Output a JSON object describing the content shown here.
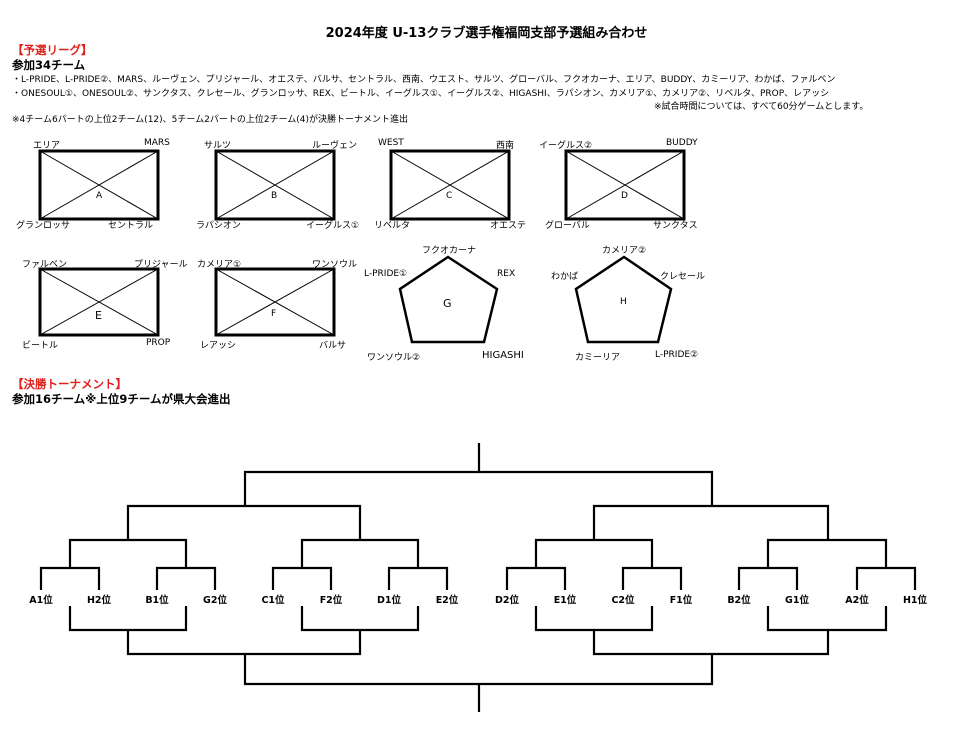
{
  "title": "2024年度 U-13クラブ選手権福岡支部予選組み合わせ",
  "prelim": {
    "heading": "【予選リーグ】",
    "count": "参加34チーム",
    "teams_line1": "・L-PRIDE、L-PRIDE②、MARS、ルーヴェン、プリジャール、オエステ、バルサ、セントラル、西南、ウエスト、サルツ、グローバル、フクオカーナ、エリア、BUDDY、カミーリア、わかば、ファルベン",
    "teams_line2": "・ONESOUL①、ONESOUL②、サンクタス、クレセール、グランロッサ、REX、ビートル、イーグルス①、イーグルス②、HIGASHI、ラパシオン、カメリア①、カメリア②、リベルタ、PROP、レアッシ",
    "time_note": "※試合時間については、すべて60分ゲームとします。",
    "advance_note": "※4チーム6パートの上位2チーム(12)、5チーム2パートの上位2チーム(4)が決勝トーナメント進出"
  },
  "groups": [
    {
      "letter": "A",
      "tl": "エリア",
      "tr": "MARS",
      "bl": "グランロッサ",
      "br": "セントラル"
    },
    {
      "letter": "B",
      "tl": "サルツ",
      "tr": "ルーヴェン",
      "bl": "ラパシオン",
      "br": "イーグルス①"
    },
    {
      "letter": "C",
      "tl": "WEST",
      "tr": "西南",
      "bl": "リベルタ",
      "br": "オエステ"
    },
    {
      "letter": "D",
      "tl": "イーグルス②",
      "tr": "BUDDY",
      "bl": "グローバル",
      "br": "サンクタス"
    },
    {
      "letter": "E",
      "tl": "ファルベン",
      "tr": "プリジャール",
      "bl": "ビートル",
      "br": "PROP"
    },
    {
      "letter": "F",
      "tl": "カメリア①",
      "tr": "ワンソウル",
      "bl": "レアッシ",
      "br": "バルサ"
    }
  ],
  "pentagons": [
    {
      "letter": "G",
      "top": "フクオカーナ",
      "left": "L-PRIDE①",
      "right": "REX",
      "bottom_left": "ワンソウル②",
      "bottom_right": "HIGASHI"
    },
    {
      "letter": "H",
      "top": "カメリア②",
      "left": "わかば",
      "right": "クレセール",
      "bottom_left": "カミーリア",
      "bottom_right": "L-PRIDE②"
    }
  ],
  "final": {
    "heading": "【決勝トーナメント】",
    "note": "参加16チーム※上位9チームが県大会進出",
    "slots": [
      "A1位",
      "H2位",
      "B1位",
      "G2位",
      "C1位",
      "F2位",
      "D1位",
      "E2位",
      "D2位",
      "E1位",
      "C2位",
      "F1位",
      "B2位",
      "G1位",
      "A2位",
      "H1位"
    ]
  }
}
